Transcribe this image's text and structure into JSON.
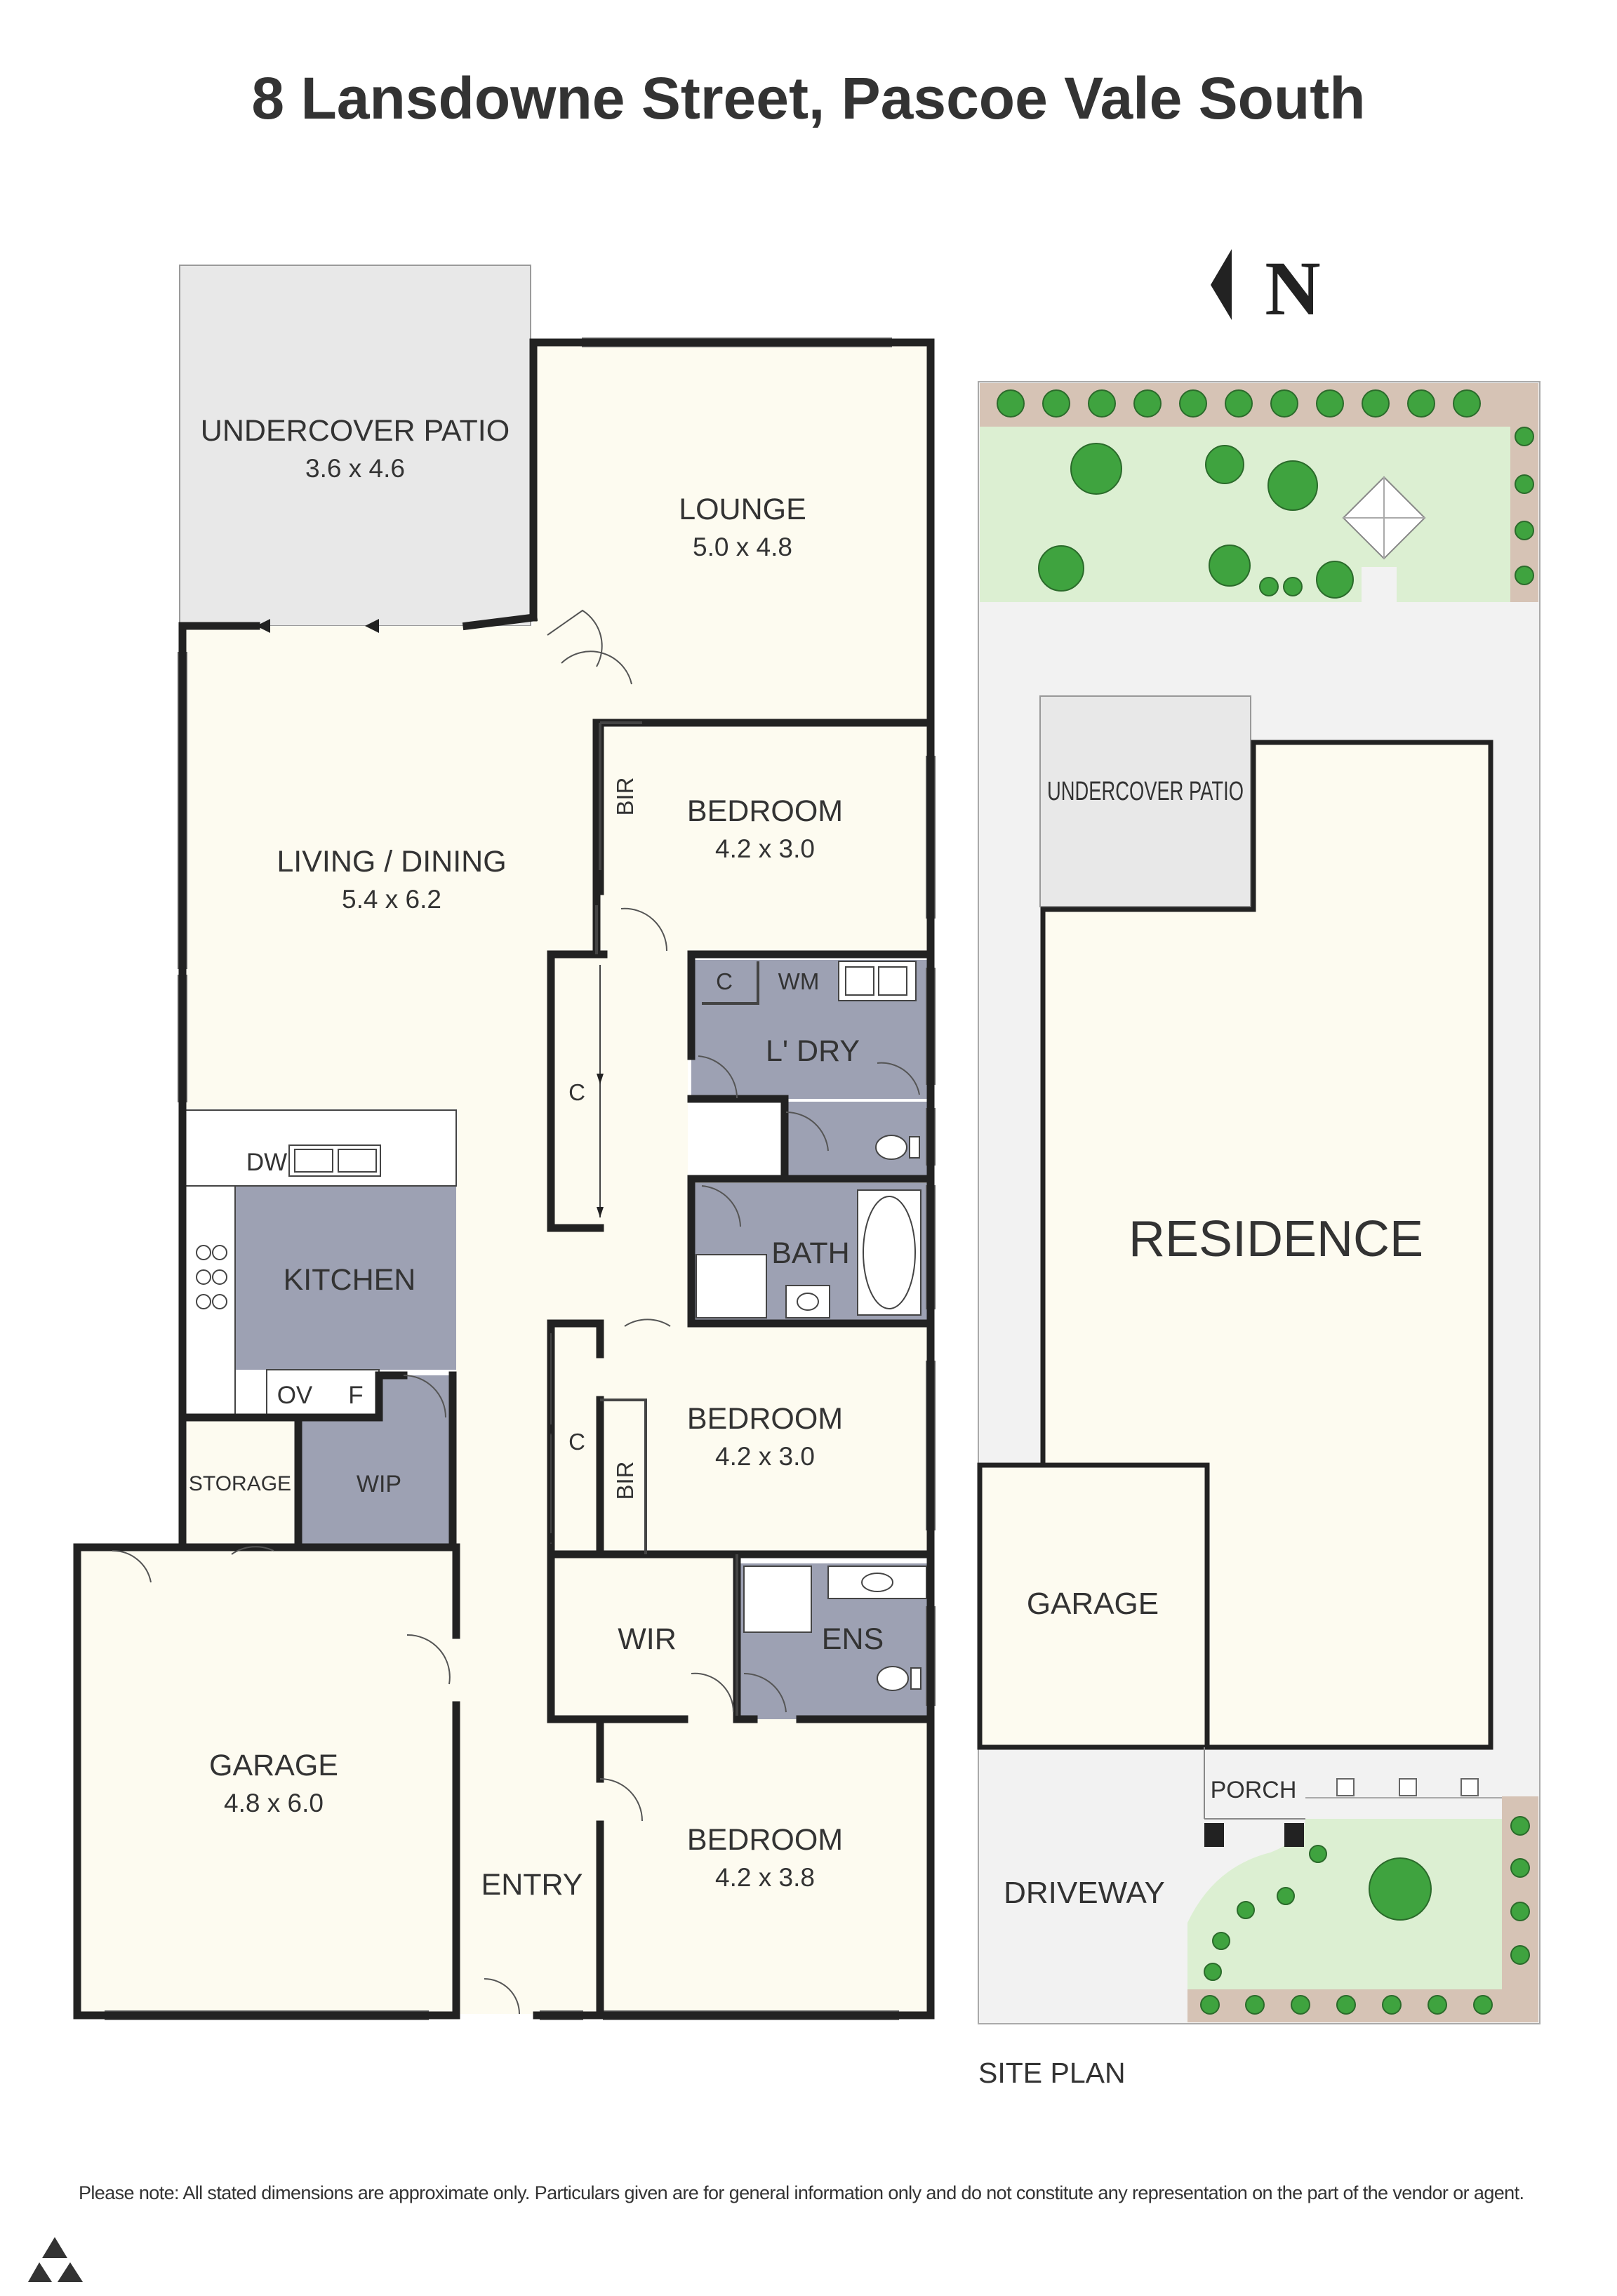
{
  "title": "8 Lansdowne Street, Pascoe Vale South",
  "compass": {
    "letter": "N",
    "icon": "north-arrow-icon"
  },
  "colors": {
    "room_fill": "#fdfbf0",
    "wet_area_fill": "#9da1b3",
    "patio_fill": "#e8e8e8",
    "wall": "#222222",
    "lawn": "#dcefd2",
    "garden_bed": "#d6c3b5",
    "tree": "#3fa33f"
  },
  "floor_plan": {
    "undercover_patio": {
      "name": "UNDERCOVER PATIO",
      "dims": "3.6 x 4.6"
    },
    "lounge": {
      "name": "LOUNGE",
      "dims": "5.0 x 4.8"
    },
    "living_dining": {
      "name": "LIVING / DINING",
      "dims": "5.4 x 6.2"
    },
    "bedroom_1": {
      "name": "BEDROOM",
      "dims": "4.2 x 3.0"
    },
    "bedroom_2": {
      "name": "BEDROOM",
      "dims": "4.2 x 3.0"
    },
    "bedroom_3": {
      "name": "BEDROOM",
      "dims": "4.2 x 3.8"
    },
    "kitchen": {
      "name": "KITCHEN"
    },
    "laundry": {
      "name": "L' DRY"
    },
    "bath": {
      "name": "BATH"
    },
    "ensuite": {
      "name": "ENS"
    },
    "wir": {
      "name": "WIR"
    },
    "wip": {
      "name": "WIP"
    },
    "storage": {
      "name": "STORAGE"
    },
    "garage": {
      "name": "GARAGE",
      "dims": "4.8 x 6.0"
    },
    "entry": {
      "name": "ENTRY"
    },
    "bir": "BIR",
    "cupboard": "C",
    "washing_machine": "WM",
    "dishwasher": "DW",
    "oven": "OV",
    "fridge": "F"
  },
  "site_plan": {
    "caption": "SITE PLAN",
    "undercover_patio": "UNDERCOVER PATIO",
    "residence": "RESIDENCE",
    "garage": "GARAGE",
    "porch": "PORCH",
    "driveway": "DRIVEWAY"
  },
  "disclaimer": "Please note: All stated dimensions are approximate only. Particulars given are for general information only and do not constitute any representation on the part of the vendor or agent.",
  "brand_icon": "triangle-logo-icon"
}
